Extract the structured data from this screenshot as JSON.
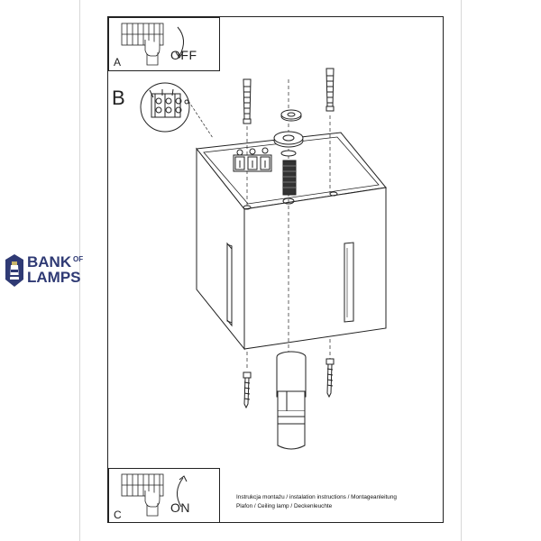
{
  "panel_a": {
    "letter": "A",
    "state": "OFF"
  },
  "panel_b": {
    "letter": "B"
  },
  "panel_c": {
    "letter": "C",
    "state": "ON"
  },
  "caption": {
    "line1": "Instrukcja montażu / instalation instructions / Montageanleitung",
    "line2": "Plafon / Ceiling lamp / Deckenleuchte"
  },
  "watermark": {
    "word1": "BANK",
    "word2": "OF",
    "word3": "LAMPS",
    "color": "#2f3a74"
  },
  "icons": [
    "lighthouse-icon",
    "terminal-block-icon",
    "hand-pointer-icon",
    "rotate-arrow-icon"
  ]
}
